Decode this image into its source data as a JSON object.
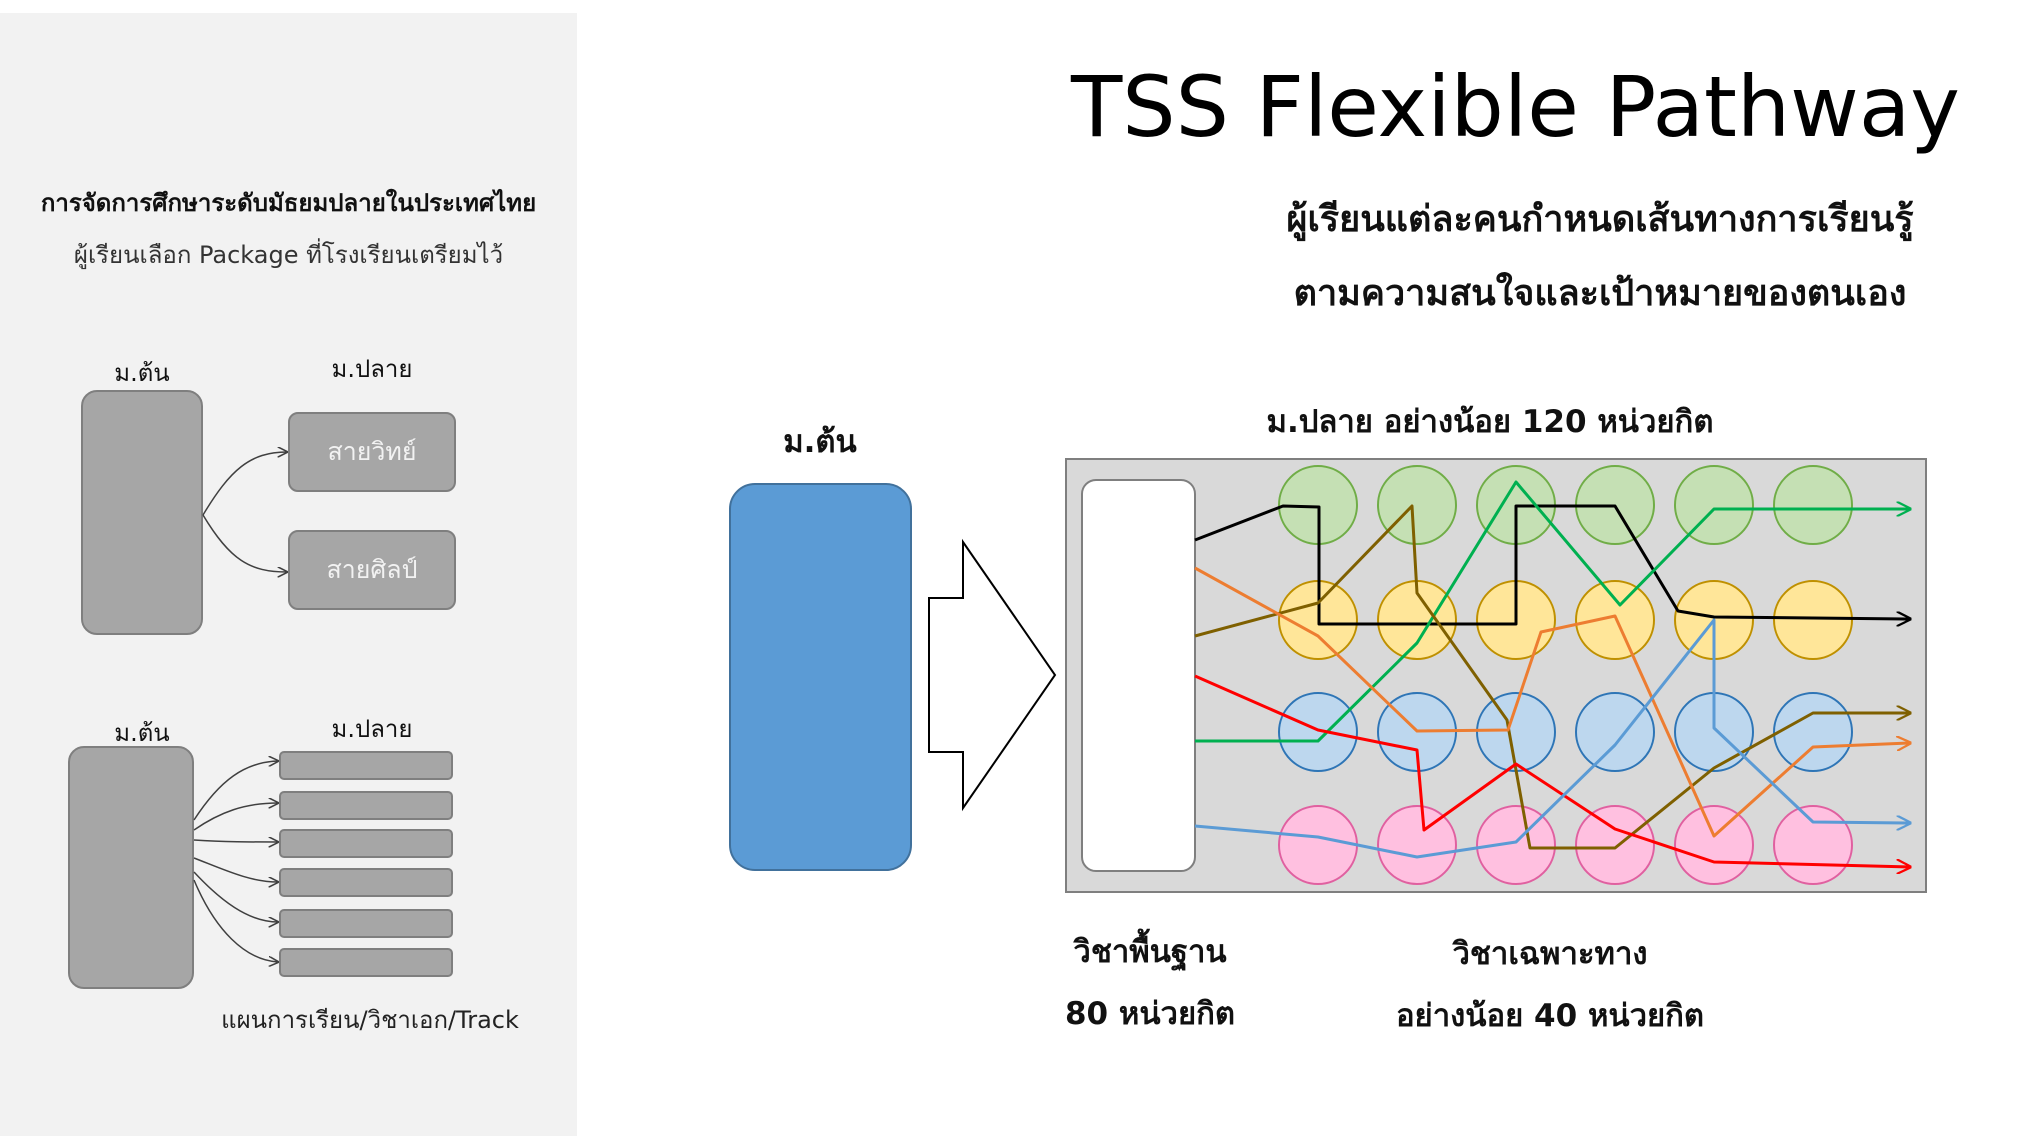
{
  "left_panel": {
    "heading": "การจัดการศึกษาระดับมัธยมปลายในประเทศไทย",
    "subheading": "ผู้เรียนเลือก Package ที่โรงเรียนเตรียมไว้",
    "top_diagram": {
      "lower_label": "ม.ต้น",
      "upper_label": "ม.ปลาย",
      "tracks": [
        "สายวิทย์",
        "สายศิลป์"
      ]
    },
    "bottom_diagram": {
      "lower_label": "ม.ต้น",
      "upper_label": "ม.ปลาย",
      "track_count": 6,
      "caption": "แผนการเรียน/วิชาเอก/Track"
    }
  },
  "main": {
    "title": "TSS Flexible Pathway",
    "subtitle_line1": "ผู้เรียนแต่ละคนกำหนดเส้นทางการเรียนรู้",
    "subtitle_line2": "ตามความสนใจและเป้าหมายของตนเอง",
    "lower_secondary_label": "ม.ต้น",
    "upper_secondary_label": "ม.ปลาย อย่างน้อย 120 หน่วยกิต",
    "core_label_line1": "วิชาพื้นฐาน",
    "core_label_line2": "80 หน่วยกิต",
    "elective_label_line1": "วิชาเฉพาะทาง",
    "elective_label_line2": "อย่างน้อย 40 หน่วยกิต"
  },
  "colors": {
    "panel_bg": "#f2f2f2",
    "grey_box": "#a6a6a6",
    "lower_secondary_box": "#5b9bd5",
    "grid_bg": "#d9d9d9",
    "row_green": "#c5e0b4",
    "row_yellow": "#ffe699",
    "row_blue": "#bdd7ee",
    "row_pink": "#ffc0e0",
    "path_black": "#000000",
    "path_green": "#00b050",
    "path_brown": "#7f6000",
    "path_orange": "#ed7d31",
    "path_red": "#ff0000",
    "path_blue": "#5b9bd5"
  }
}
